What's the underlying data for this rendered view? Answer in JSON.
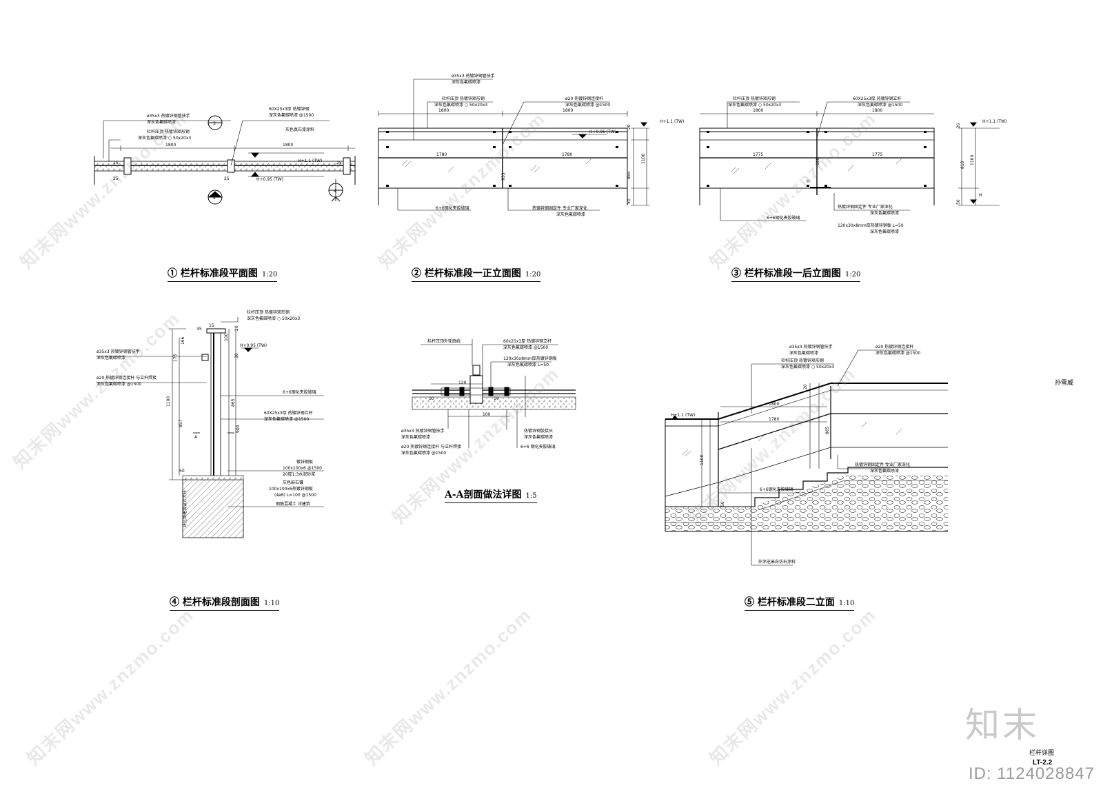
{
  "sheet": {
    "author": "孙雪威",
    "sheet_name": "栏杆详图",
    "sheet_no": "LT-2.2",
    "watermark_id": "ID: 1124028847",
    "watermark_logo": "知末",
    "watermark_url": "znzmo.com",
    "watermark_cn": "知末网www.znzmo.com"
  },
  "titles": {
    "d1": {
      "num": "①",
      "text": "栏杆标准段平面图",
      "scale": "1:20"
    },
    "d2": {
      "num": "②",
      "text": "栏杆标准段一正立面图",
      "scale": "1:20"
    },
    "d3": {
      "num": "③",
      "text": "栏杆标准段一后立面图",
      "scale": "1:20"
    },
    "d4": {
      "num": "④",
      "text": "栏杆标准段剖面图",
      "scale": "1:10"
    },
    "d5": {
      "text": "A-A剖面做法详图",
      "scale": "1:5"
    },
    "d6": {
      "num": "⑤",
      "text": "栏杆标准段二立面",
      "scale": "1:10"
    }
  },
  "d1": {
    "ann1": "ø35x3 热镀锌钢管扶手",
    "ann2": "深灰色氟碳喷漆",
    "ann3": "栏杆压顶 热镀锌矩形钢",
    "ann4": "深灰色氟碳喷漆 ○ 50x20x3",
    "ann5": "60X25x3厚 热镀锌钢",
    "ann6": "深灰色氟碳喷漆 @1500",
    "ann7": "灰色真石漆涂料",
    "dim1": "1800",
    "dim2": "1800",
    "lvl1": "H+1.1 (TW)",
    "lvl2": "H+0.95 (TW)",
    "dim25a": "25",
    "dim25b": "25",
    "dim25c": "25",
    "dim25d": "25",
    "sec3": "3",
    "sec4a": "4",
    "sec4b": "4"
  },
  "d2": {
    "ann1": "ø35x3 热镀锌钢管扶手",
    "ann2": "深灰色氟碳喷漆",
    "ann3": "栏杆压顶 热镀锌矩形钢",
    "ann4": "深灰色氟碳喷漆 ○ 50x20x3",
    "ann5": "ø20 热镀锌钢连接杆",
    "ann6": "深灰色氟碳喷漆 @1500",
    "ann7": "6+6钢化夹胶玻璃",
    "ann8": "热镀锌钢固定件 专业厂家深化",
    "ann9": "深灰色氟碳喷漆",
    "dim1": "1800",
    "dim2": "1800",
    "dim3": "1780",
    "dim4": "1780",
    "dim5": "933",
    "lvl1": "H+1.1 (TW)",
    "lvl2": "H+0.95 (TW)",
    "v1": "20",
    "v2": "1100",
    "v3": "865",
    "v4": "50"
  },
  "d3": {
    "ann1": "栏杆压顶 热镀锌矩形钢",
    "ann2": "深灰色氟碳喷漆 ○ 50x20x3",
    "ann3": "60X25x3厚 热镀锌钢立杆",
    "ann4": "深灰色氟碳喷漆 @1500",
    "ann5": "6+6钢化夹胶玻璃",
    "ann6": "热镀锌钢固定件 专业厂家深化",
    "ann7": "深灰色氟碳喷漆",
    "ann8": "120x30x8mm厚热镀锌钢板 L=50",
    "ann9": "深灰色氟碳喷漆",
    "dim1": "1800",
    "dim2": "1800",
    "dim3": "1775",
    "dim4": "1775",
    "dim5": "860",
    "lvl1": "H+1.1 (TW)",
    "v1": "20",
    "v2": "810",
    "v3": "1100",
    "v4": "50",
    "h1": "H",
    "h2": "H"
  },
  "d4": {
    "ann1": "栏杆压顶 热镀锌矩形钢",
    "ann2": "深灰色氟碳喷漆 ○ 50x20x3",
    "ann3": "ø35x3 热镀锌钢管扶手",
    "ann4": "深灰色氟碳喷漆",
    "ann5": "ø20 热镀锌钢连接杆 与立杆焊接",
    "ann6": "深灰色氟碳喷漆 @1500",
    "ann7": "6+6钢化夹胶玻璃",
    "ann8": "60X25x3厚 热镀锌钢立杆",
    "ann9": "深灰色氟碳喷漆 @1500",
    "ann10": "镀锌钢板",
    "ann11": "100x100x6 @1500",
    "ann12": "20厚1:3水泥砂浆",
    "ann13": "灰色麻石镶",
    "ann14": "100x100x6热镀锌钢板",
    "ann15": "(4ø6) L=100 @1500",
    "ann16": "钢筋混凝土 详建筑",
    "side": "详见场建筑设计大样",
    "lvl1": "H+0.95 (TW)",
    "d15": "15",
    "d35": "35",
    "d20": "20",
    "d100": "100",
    "d30": "30",
    "d166": "166",
    "d175": "175",
    "d1100": "1100",
    "d857": "857",
    "d900": "900",
    "d865": "865",
    "d50": "50",
    "sec": "A"
  },
  "d5": {
    "ann1": "栏杆压顶外轮廓线",
    "ann2": "60x25x3厚 热镀锌钢立杆",
    "ann3": "深灰色氟碳喷漆 @1500",
    "ann4": "120x30x8mm厚热镀锌钢板",
    "ann5": "深灰色氟碳喷漆 L=50",
    "ann6": "ø35x3 热镀锌钢管扶手",
    "ann7": "深灰色氟碳喷漆",
    "ann8": "ø20 热镀锌钢连接杆 与立杆焊接",
    "ann9": "深灰色氟碳喷漆 @1500",
    "ann10": "热镀锌钢胶接头",
    "ann11": "深灰色氟碳喷漆",
    "ann12": "6+6 钢化夹胶玻璃",
    "d120": "120",
    "d100": "100",
    "d10a": "10",
    "d10b": "10"
  },
  "d6": {
    "ann1": "ø35x3 热镀锌钢管扶手",
    "ann2": "深灰色氟碳喷漆",
    "ann3": "栏杆压顶 热镀锌矩形钢",
    "ann4": "深灰色氟碳喷漆 ○ 50x20x3",
    "ann5": "ø20 热镀锌钢连接杆",
    "ann6": "深灰色氟碳喷漆 @1500",
    "ann7": "热镀锌钢固定件 专业厂家深化",
    "ann8": "深灰色氟碳喷漆",
    "ann9": "6+6钢化夹胶玻璃",
    "ann10": "外涂芝麻白仿石涂料",
    "dim1": "1800",
    "dim2": "1780",
    "v1": "865",
    "v2": "1100",
    "v3": "20",
    "v4": "50",
    "lvl1": "H+1.1 (TW)"
  }
}
